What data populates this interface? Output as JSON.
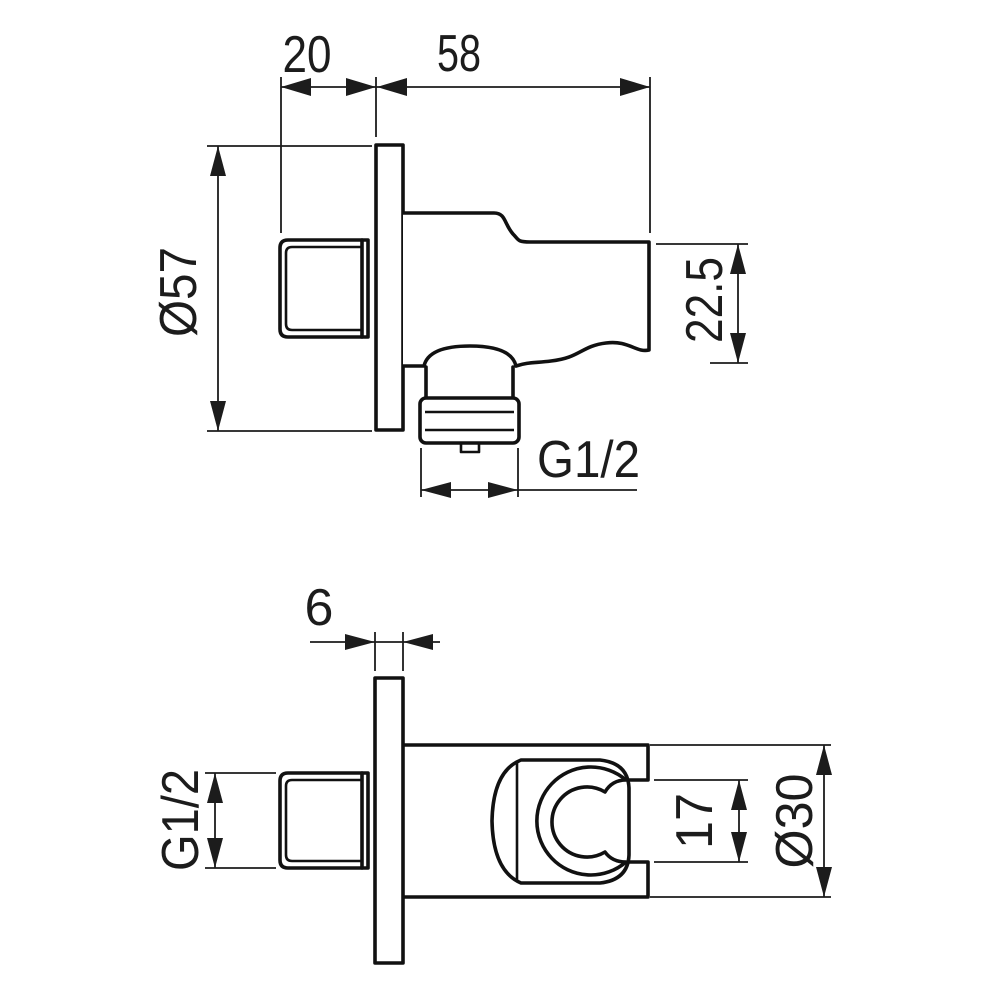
{
  "drawing": {
    "title": "wall-mounted shower outlet elbow with handset holder - dimensional drawing",
    "colors": {
      "background": "#ffffff",
      "line": "#111111",
      "dimension": "#1c1c1c"
    },
    "views": {
      "side_view": {
        "dims": {
          "inlet_depth": "20",
          "body_depth": "58",
          "plate_diameter": "Ø57",
          "holder_drop": "22.5",
          "outlet_thread": "G1/2"
        }
      },
      "front_view": {
        "dims": {
          "plate_thickness": "6",
          "inlet_thread": "G1/2",
          "holder_opening": "17",
          "holder_diameter": "Ø30"
        }
      }
    }
  }
}
